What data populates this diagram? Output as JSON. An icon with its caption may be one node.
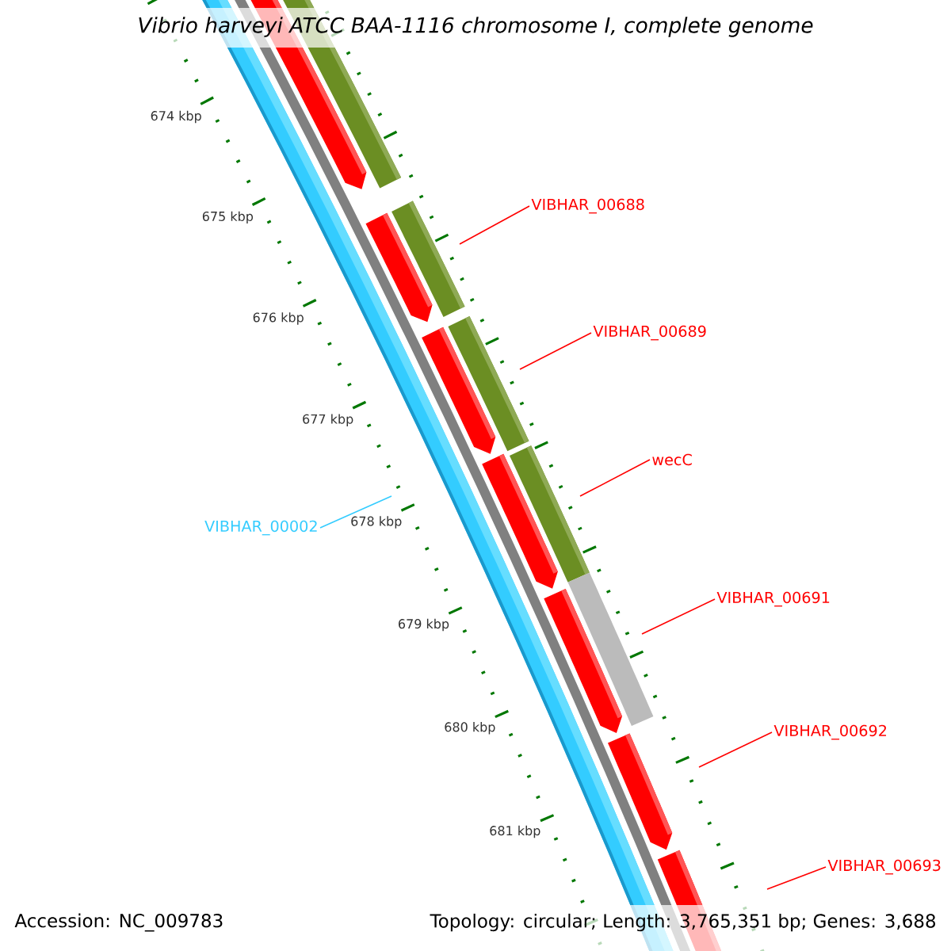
{
  "diagram": {
    "title": "Vibrio harveyi ATCC BAA-1116 chromosome I, complete genome",
    "nodes": [
      {
        "text": [
          "VIBHAR_00688"
        ]
      },
      {
        "text": [
          "VIBHAR_00689"
        ]
      },
      {
        "text": [
          "wecC"
        ]
      },
      {
        "text": [
          "VIBHAR_00002"
        ]
      },
      {
        "text": [
          "VIBHAR_00691"
        ]
      },
      {
        "text": [
          "VIBHAR_00692"
        ]
      },
      {
        "text": [
          "VIBHAR_00693"
        ]
      }
    ],
    "edges": [
      {
        "from": 0,
        "to": null,
        "arrow": "none"
      },
      {
        "from": 1,
        "to": null,
        "arrow": "none"
      },
      {
        "from": 2,
        "to": null,
        "arrow": "none"
      },
      {
        "from": 3,
        "to": null,
        "arrow": "none",
        "color": "#33ccff"
      },
      {
        "from": 4,
        "to": null,
        "arrow": "none"
      },
      {
        "from": 5,
        "to": null,
        "arrow": "none"
      },
      {
        "from": 6,
        "to": null,
        "arrow": "none"
      }
    ],
    "labels": [
      "674 kbp",
      "675 kbp",
      "676 kbp",
      "677 kbp",
      "678 kbp",
      "679 kbp",
      "680 kbp",
      "681 kbp",
      "Accession: NC_009783",
      "Topology: circular; Length: 3,765,351 bp; Genes: 3,688"
    ]
  }
}
